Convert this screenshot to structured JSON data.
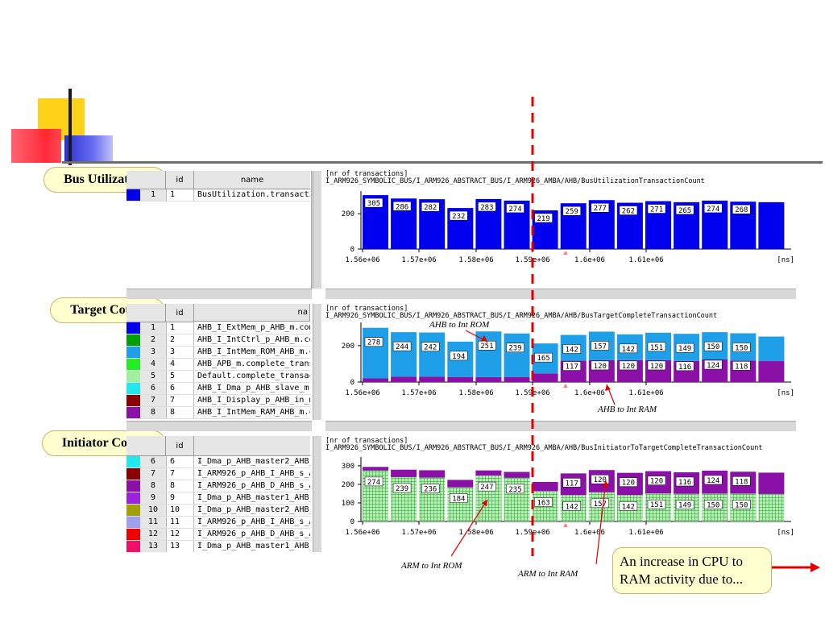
{
  "slide": {
    "callouts": {
      "bus_utilization": "Bus Utilization",
      "target_count": "Target Count",
      "initiator_count": "Initiator Count"
    },
    "note": "An increase in CPU to RAM activity due to...",
    "annotations": {
      "ahb_int_rom": "AHB to Int ROM",
      "ahb_int_ram": "AHB to Int RAM",
      "arm_int_rom": "ARM to Int ROM",
      "arm_int_ram": "ARM to Int RAM"
    },
    "colors": {
      "blue_bar": "#0000ee",
      "light_blue_bar": "#1e9fe8",
      "purple_bar": "#8a10a8",
      "green_bar": "#22b022",
      "dashed_marker": "#e00000",
      "arrow": "#e00000"
    }
  },
  "panels": {
    "bus": {
      "headers": {
        "id": "id",
        "name": "name"
      },
      "rows": [
        {
          "num": "1",
          "id": "1",
          "name": "BusUtilization.transactic",
          "color": "#0000ee"
        }
      ]
    },
    "target": {
      "headers": {
        "id": "id",
        "name": "na"
      },
      "rows": [
        {
          "num": "1",
          "id": "1",
          "name": "AHB_I_ExtMem_p_AHB_m.comp",
          "color": "#0000ee"
        },
        {
          "num": "2",
          "id": "2",
          "name": "AHB_I_IntCtrl_p_AHB_m.com",
          "color": "#00a000"
        },
        {
          "num": "3",
          "id": "3",
          "name": "AHB_I_IntMem_ROM_AHB_m.co",
          "color": "#1e9fe8"
        },
        {
          "num": "4",
          "id": "4",
          "name": "AHB_APB_m.complete_transa",
          "color": "#22ee22"
        },
        {
          "num": "5",
          "id": "5",
          "name": "Default.complete_transact",
          "color": "#a0f0a0"
        },
        {
          "num": "6",
          "id": "6",
          "name": "AHB_I_Dma_p_AHB_slave_m.c",
          "color": "#22e8f0"
        },
        {
          "num": "7",
          "id": "7",
          "name": "AHB_I_Display_p_AHB_in_m.",
          "color": "#8a0000"
        },
        {
          "num": "8",
          "id": "8",
          "name": "AHB_I_IntMem_RAM_AHB_m.co",
          "color": "#8a10a8"
        }
      ]
    },
    "initiator": {
      "headers": {
        "id": "id",
        "name": ""
      },
      "rows": [
        {
          "num": "6",
          "id": "6",
          "name": "I_Dma_p_AHB_master2_AHB_",
          "color": "#22e8f0"
        },
        {
          "num": "7",
          "id": "7",
          "name": "I_ARM926_p_AHB_I_AHB_s_A",
          "color": "#8a0000"
        },
        {
          "num": "8",
          "id": "8",
          "name": "I_ARM926_p_AHB_D_AHB_s_A",
          "color": "#8a10a8"
        },
        {
          "num": "9",
          "id": "9",
          "name": "I_Dma_p_AHB_master1_AHB_",
          "color": "#a020e0"
        },
        {
          "num": "10",
          "id": "10",
          "name": "I_Dma_p_AHB_master2_AHB_",
          "color": "#a0a000"
        },
        {
          "num": "11",
          "id": "11",
          "name": "I_ARM926_p_AHB_I_AHB_s_A",
          "color": "#a0a0f0"
        },
        {
          "num": "12",
          "id": "12",
          "name": "I_ARM926_p_AHB_D_AHB_s_A",
          "color": "#ee0000"
        },
        {
          "num": "13",
          "id": "13",
          "name": "I_Dma_p_AHB_master1_AHB_",
          "color": "#f0106a"
        }
      ]
    }
  },
  "chart_data": [
    {
      "type": "bar",
      "title": "I_ARM926_SYMBOLIC_BUS/I_ARM926_ABSTRACT_BUS/I_ARM926_AMBA/AHB/BusUtilizationTransactionCount",
      "ylabel": "[nr of transactions]",
      "xlabel": "[ns]",
      "x_ticks": [
        "1.56e+06",
        "1.57e+06",
        "1.58e+06",
        "1.59e+06",
        "1.6e+06",
        "1.61e+06"
      ],
      "y_ticks": [
        "0",
        "200"
      ],
      "ylim": [
        0,
        310
      ],
      "series": [
        {
          "values": [
            305,
            286,
            282,
            232,
            283,
            274,
            219,
            259,
            277,
            262,
            271,
            265,
            274,
            268,
            265
          ],
          "labels": [
            "305",
            "286",
            "282",
            "232",
            "283",
            "274",
            "219",
            "259",
            "277",
            "262",
            "271",
            "265",
            "274",
            "268",
            ""
          ]
        }
      ]
    },
    {
      "type": "bar",
      "title": "I_ARM926_SYMBOLIC_BUS/I_ARM926_ABSTRACT_BUS/I_ARM926_AMBA/AHB/BusTargetCompleteTransactionCount",
      "ylabel": "[nr of transactions]",
      "xlabel": "[ns]",
      "x_ticks": [
        "1.56e+06",
        "1.57e+06",
        "1.58e+06",
        "1.59e+06",
        "1.6e+06",
        "1.61e+06"
      ],
      "y_ticks": [
        "0",
        "200"
      ],
      "ylim": [
        0,
        310
      ],
      "stacked": true,
      "series": [
        {
          "name": "AHB_I_IntMem_RAM_AHB_m.co",
          "values": [
            20,
            30,
            30,
            28,
            27,
            28,
            47,
            117,
            120,
            120,
            120,
            116,
            124,
            118,
            115
          ],
          "labels": [
            "",
            "",
            "",
            "",
            "",
            "",
            "",
            "117",
            "120",
            "120",
            "120",
            "116",
            "124",
            "118",
            ""
          ]
        },
        {
          "name": "AHB_I_IntMem_ROM_AHB_m.co",
          "values": [
            278,
            244,
            242,
            194,
            251,
            239,
            165,
            142,
            157,
            142,
            151,
            149,
            150,
            150,
            135
          ],
          "labels": [
            "278",
            "244",
            "242",
            "194",
            "251",
            "239",
            "165",
            "142",
            "157",
            "142",
            "151",
            "149",
            "150",
            "150",
            ""
          ]
        }
      ]
    },
    {
      "type": "bar",
      "title": "I_ARM926_SYMBOLIC_BUS/I_ARM926_ABSTRACT_BUS/I_ARM926_AMBA/AHB/BusInitiatorToTargetCompleteTransactionCount",
      "ylabel": "[nr of transactions]",
      "xlabel": "[ns]",
      "x_ticks": [
        "1.56e+06",
        "1.57e+06",
        "1.58e+06",
        "1.59e+06",
        "1.6e+06",
        "1.61e+06"
      ],
      "y_ticks": [
        "0",
        "100",
        "200",
        "300"
      ],
      "ylim": [
        0,
        330
      ],
      "stacked": true,
      "series": [
        {
          "name": "I_ARM926_p_AHB_I_AHB_s_A",
          "values": [
            274,
            239,
            236,
            184,
            247,
            235,
            163,
            142,
            157,
            142,
            151,
            149,
            150,
            150,
            148
          ],
          "labels": [
            "274",
            "239",
            "236",
            "184",
            "247",
            "235",
            "163",
            "142",
            "157",
            "142",
            "151",
            "149",
            "150",
            "150",
            ""
          ]
        },
        {
          "name": "I_ARM926_p_AHB_D_AHB_s_A",
          "values": [
            20,
            40,
            40,
            40,
            28,
            32,
            50,
            117,
            120,
            120,
            120,
            116,
            124,
            118,
            115
          ],
          "labels": [
            "",
            "",
            "",
            "",
            "",
            "",
            "",
            "117",
            "120",
            "120",
            "120",
            "116",
            "124",
            "118",
            ""
          ]
        }
      ]
    }
  ]
}
